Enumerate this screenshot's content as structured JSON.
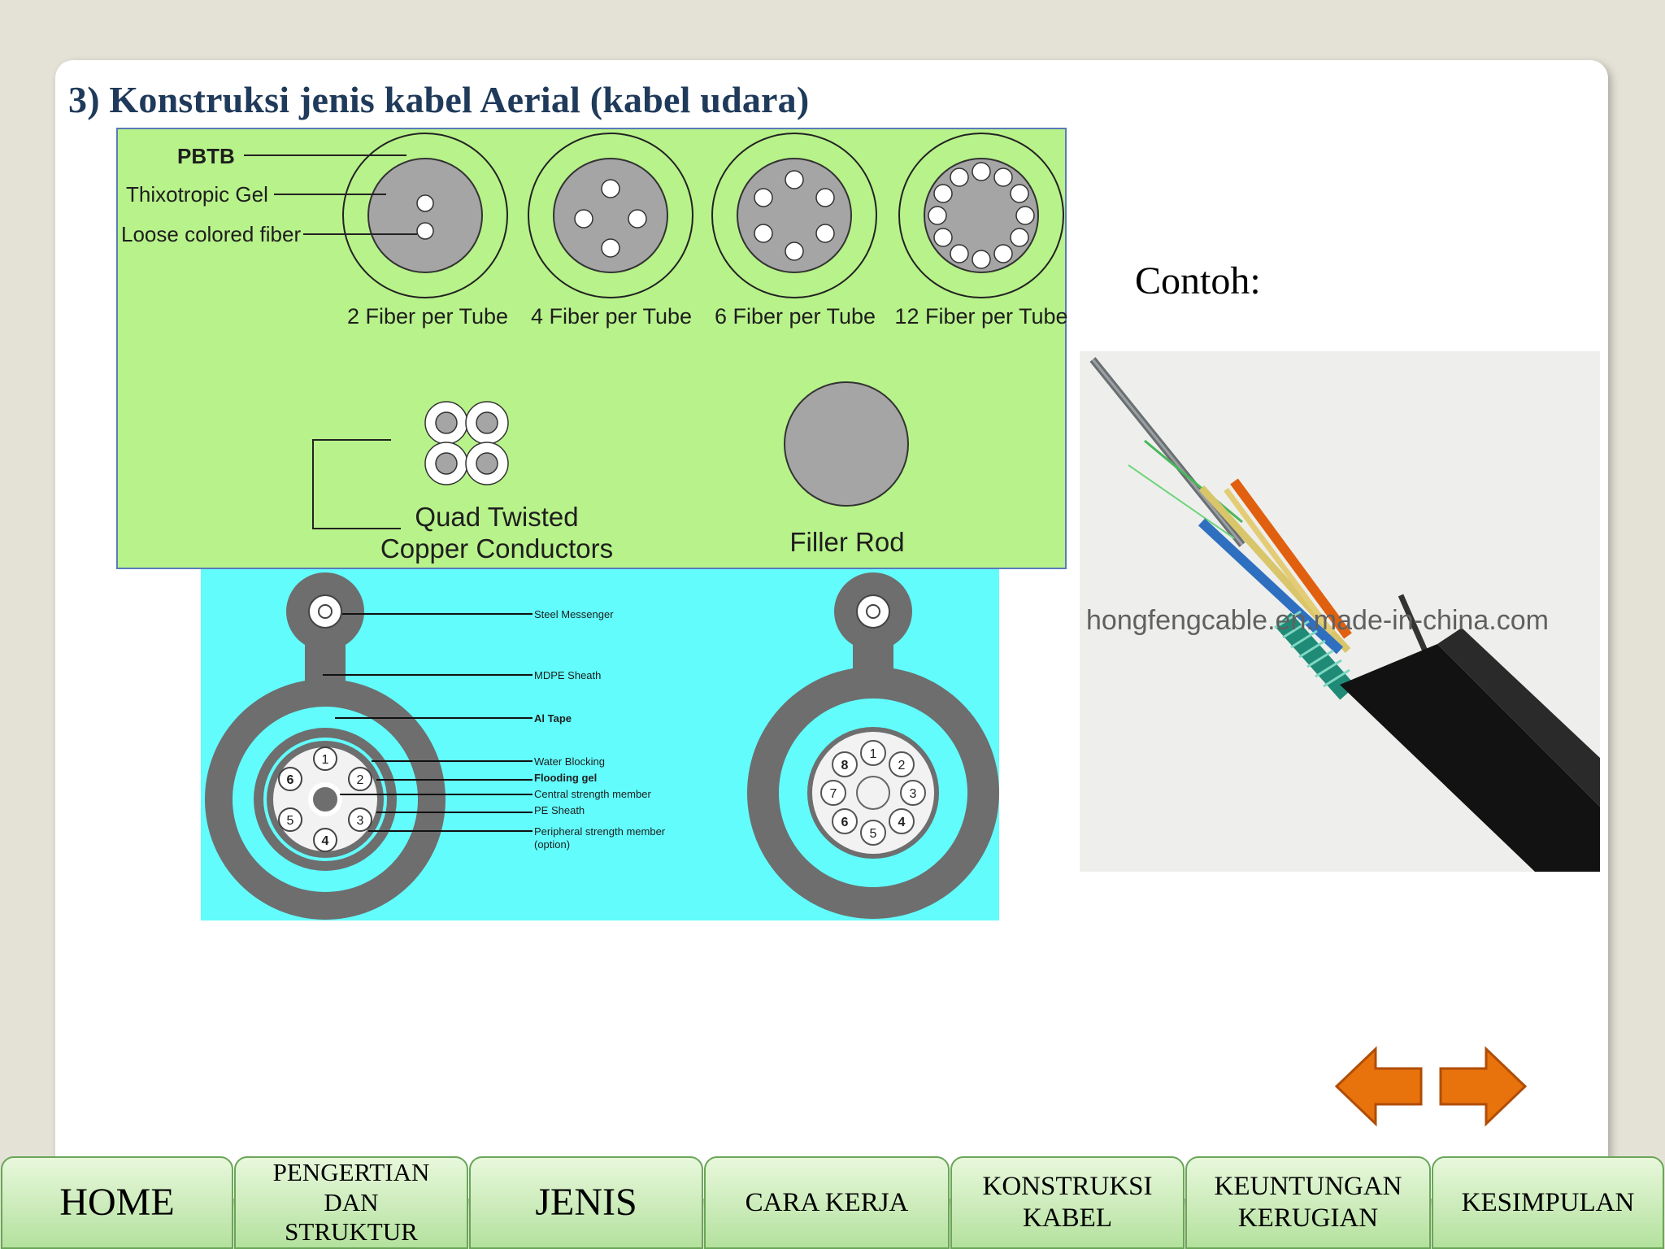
{
  "slide": {
    "title": "3) Konstruksi jenis kabel Aerial (kabel udara)",
    "example_label": "Contoh:"
  },
  "tube_diagram": {
    "callouts": [
      "PBTB",
      "Thixotropic Gel",
      "Loose colored fiber"
    ],
    "tube_types": [
      "2 Fiber per Tube",
      "4 Fiber per Tube",
      "6 Fiber per Tube",
      "12 Fiber per Tube"
    ],
    "quad_label_line1": "Quad Twisted",
    "quad_label_line2": "Copper Conductors",
    "filler_label": "Filler Rod"
  },
  "cable_section_diagram": {
    "labels": [
      "Steel Messenger",
      "MDPE Sheath",
      "Al Tape",
      "Water Blocking",
      "Flooding gel",
      "Central strength member",
      "PE Sheath",
      "Peripheral strength member",
      "(option)"
    ],
    "left_tube_numbers": [
      "1",
      "2",
      "3",
      "4",
      "5",
      "6"
    ],
    "right_tube_numbers": [
      "1",
      "2",
      "3",
      "4",
      "5",
      "6",
      "7",
      "8"
    ]
  },
  "photo": {
    "watermark": "hongfengcable.en.made-in-china.com"
  },
  "navigation": {
    "prev_icon": "arrow-left-icon",
    "next_icon": "arrow-right-icon",
    "arrow_color": "#e8720c",
    "items": [
      {
        "label": "HOME"
      },
      {
        "label": "PENGERTIAN\nDAN\nSTRUKTUR"
      },
      {
        "label": "JENIS"
      },
      {
        "label": "CARA KERJA"
      },
      {
        "label": "KONSTRUKSI\nKABEL"
      },
      {
        "label": "KEUNTUNGAN\nKERUGIAN"
      },
      {
        "label": "KESIMPULAN"
      }
    ]
  }
}
